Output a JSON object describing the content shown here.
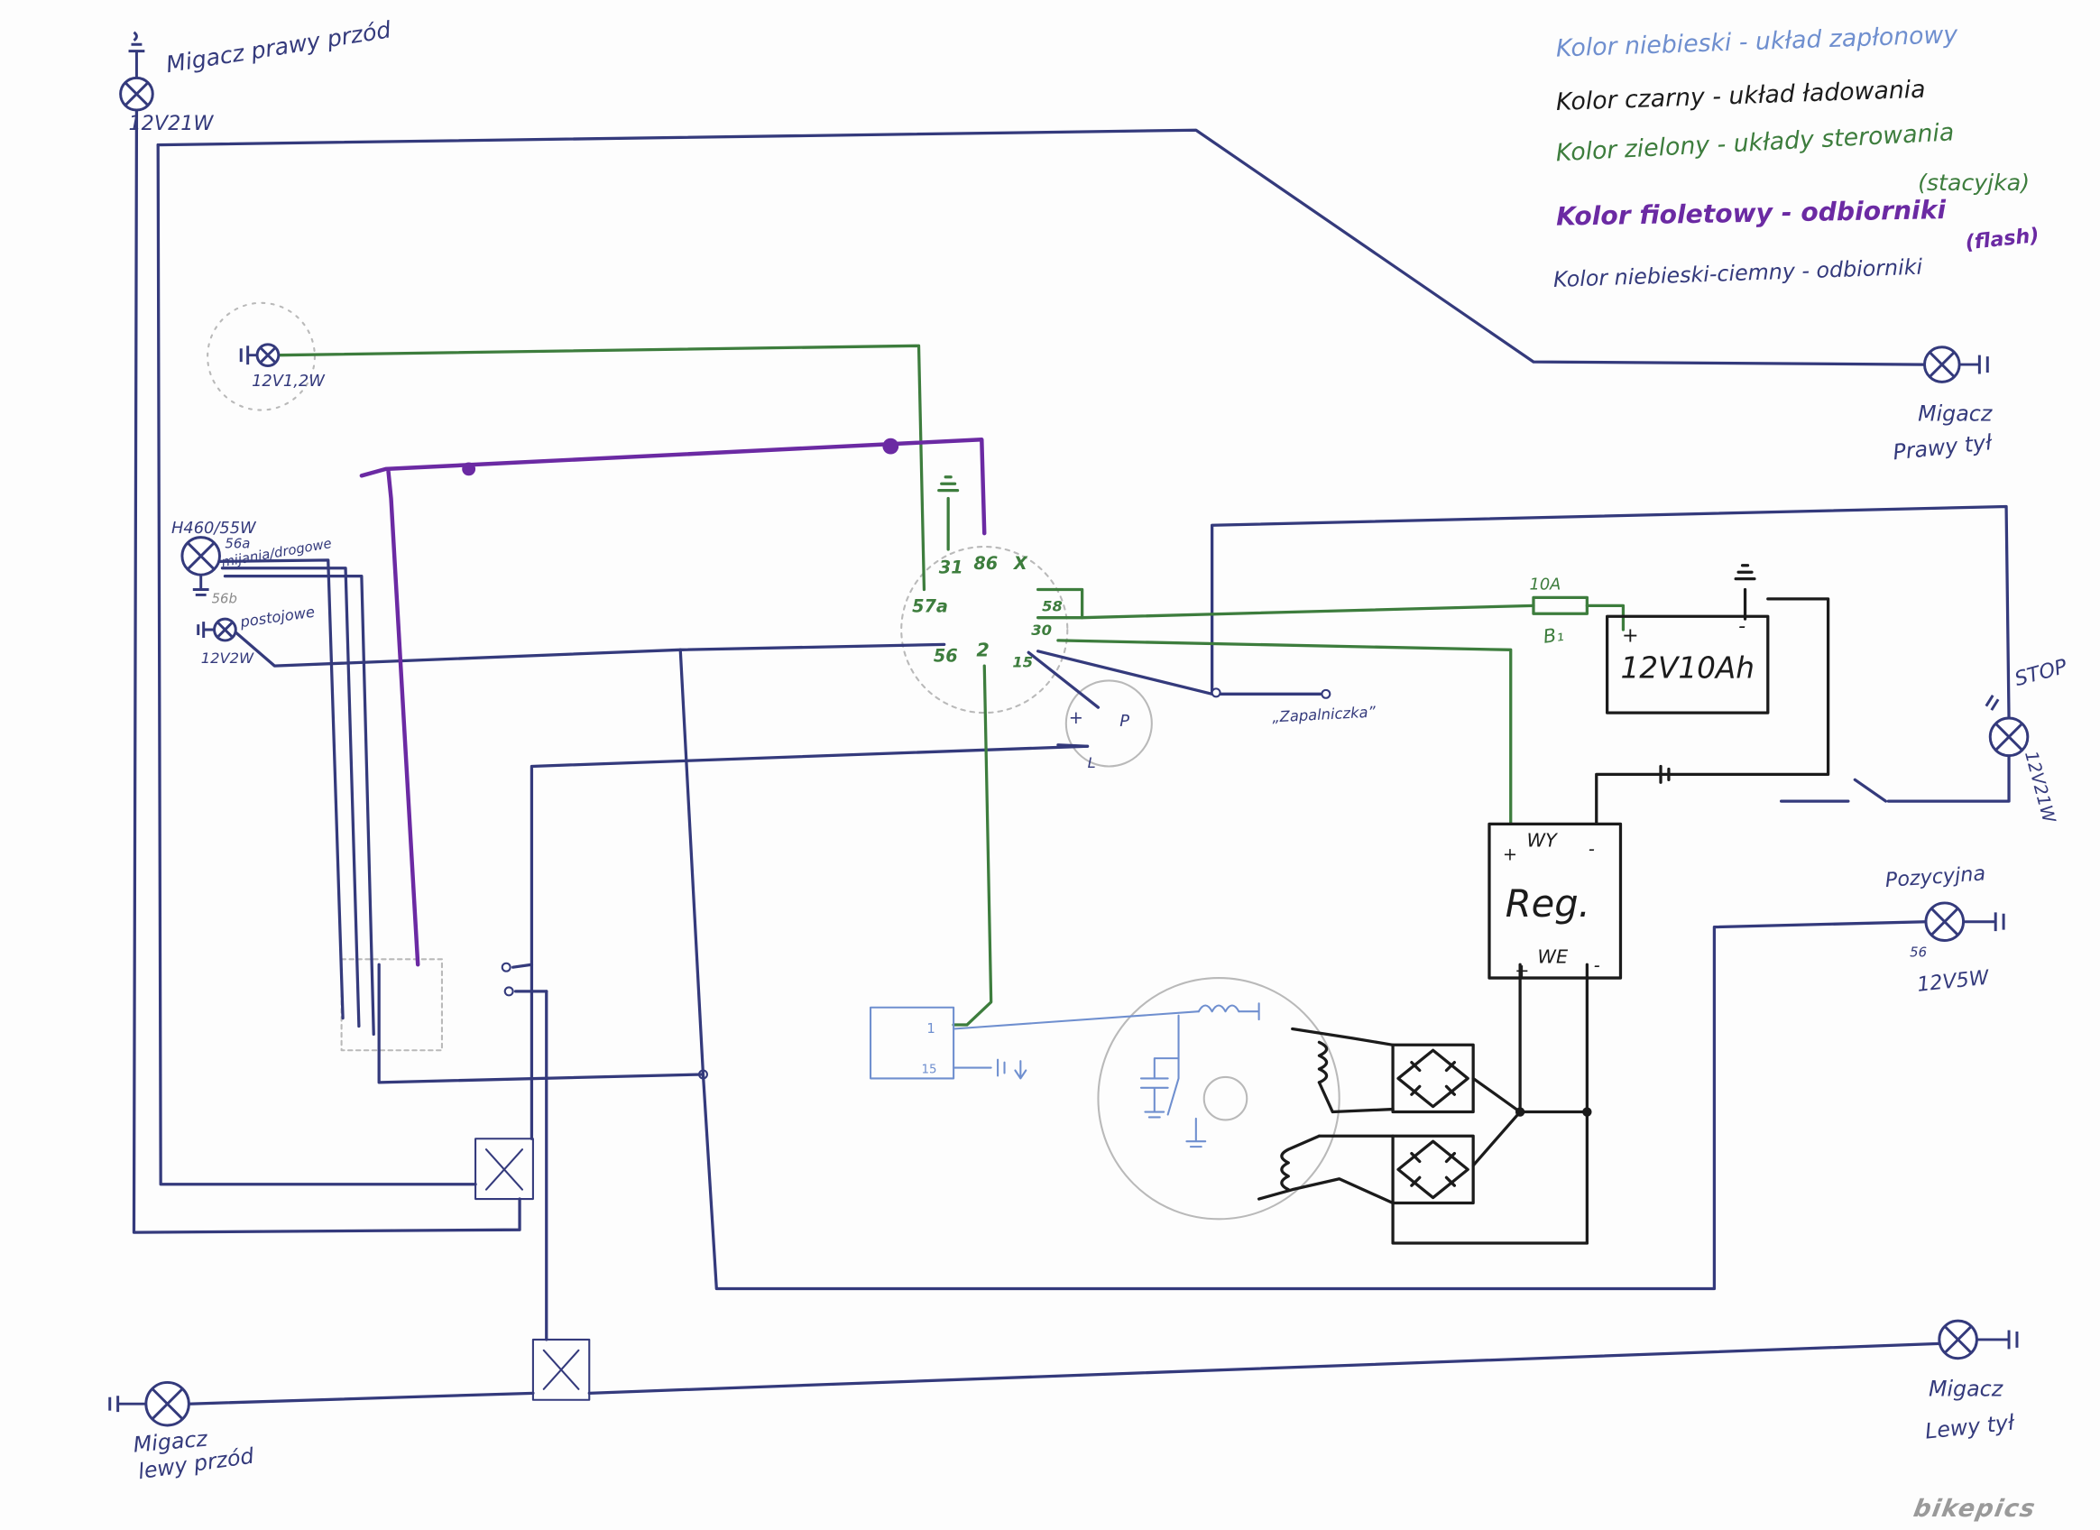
{
  "legend": {
    "ignition": "Kolor niebieski - układ zapłonowy",
    "charging": "Kolor czarny - układ ładowania",
    "control": "Kolor zielony - układy sterowania",
    "control_note": "(stacyjka)",
    "consumers_flash": "Kolor fioletowy - odbiorniki",
    "consumers_flash_note": "(flash)",
    "consumers": "Kolor niebieski-ciemny - odbiorniki"
  },
  "colors": {
    "light_blue": "#6f8fcf",
    "black": "#1b1b1b",
    "green": "#3d7d3d",
    "purple": "#6b2aa3",
    "dark_blue": "#343a7c",
    "gray": "#b9b9b9",
    "watermark": "#9a9a9a"
  },
  "components": {
    "front_right_blinker": {
      "name": "Migacz prawy przód",
      "rating": "12V21W"
    },
    "indicator_lamp": {
      "rating": "12V1,2W"
    },
    "headlight": {
      "rating": "H460/55W",
      "terminal_a": "56a",
      "mode_label": "mijania/drogowe",
      "terminal_b": "56b"
    },
    "parking_lamp": {
      "name": "postojowe",
      "rating": "12V2W"
    },
    "ignition_switch": {
      "t31": "31",
      "t86": "86",
      "tx": "X",
      "t57a": "57a",
      "t58": "58",
      "t30": "30",
      "t15": "15",
      "t56": "56",
      "t2": "2"
    },
    "light_switch": {
      "plus": "+",
      "p": "P",
      "l": "L"
    },
    "lighter": {
      "name": "„Zapalniczka”"
    },
    "fuse": {
      "rating": "10A",
      "id": "B₁"
    },
    "battery": {
      "rating": "12V10Ah",
      "plus": "+",
      "minus": "-"
    },
    "rear_right_blinker": {
      "name_1": "Migacz",
      "name_2": "Prawy tył"
    },
    "stop_lamp": {
      "name": "STOP",
      "rating": "12V21W"
    },
    "position_lamp": {
      "name": "Pozycyjna",
      "terminal": "56",
      "rating": "12V5W"
    },
    "regulator": {
      "name": "Reg.",
      "out": "WY",
      "out_plus": "+",
      "out_minus": "-",
      "in": "WE",
      "in_plus": "+",
      "in_minus": "-"
    },
    "ignition_coil": {
      "t1": "1",
      "t15": "15"
    },
    "front_left_blinker": {
      "name_1": "Migacz",
      "name_2": "lewy przód"
    },
    "rear_left_blinker": {
      "name_1": "Migacz",
      "name_2": "Lewy tył"
    }
  },
  "watermark": "bikepics"
}
